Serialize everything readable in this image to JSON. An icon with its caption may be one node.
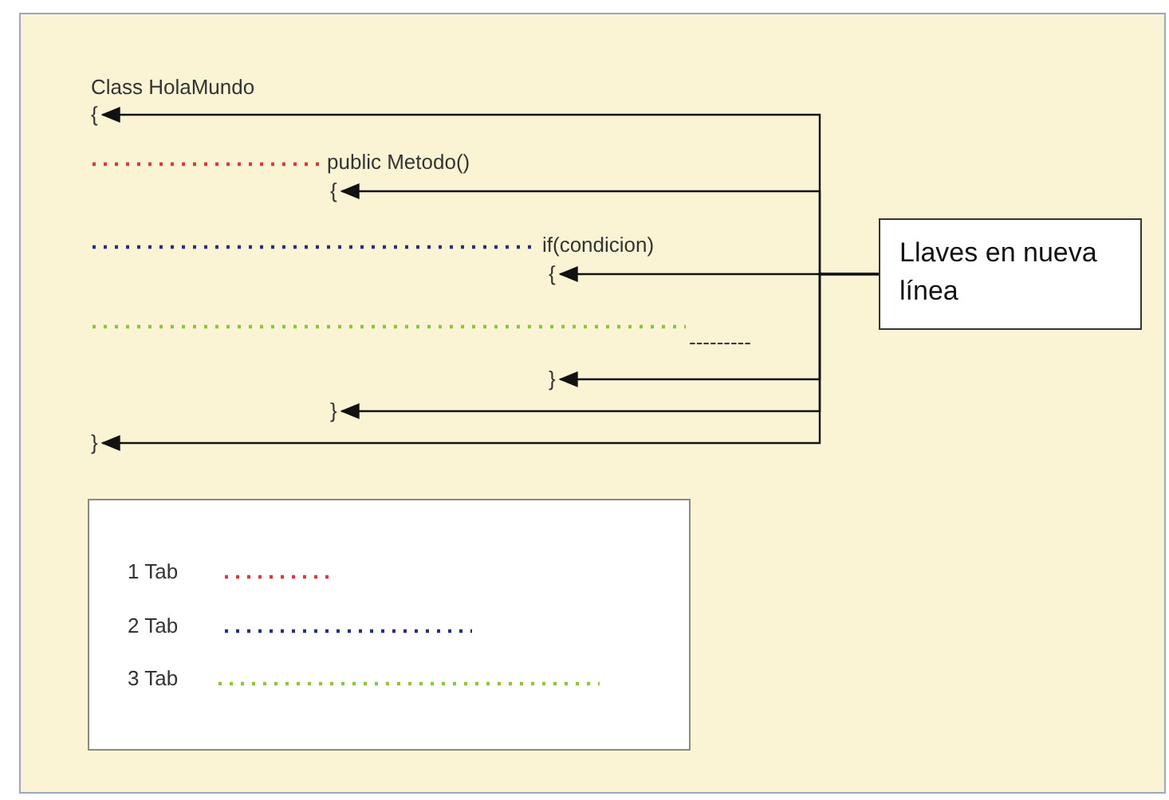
{
  "diagram": {
    "nodes": [
      {
        "text": [
          "Llaves en nueva línea"
        ]
      },
      {
        "text": [
          "{"
        ]
      },
      {
        "text": [
          "{"
        ]
      },
      {
        "text": [
          "{"
        ]
      },
      {
        "text": [
          "}"
        ]
      },
      {
        "text": [
          "}"
        ]
      },
      {
        "text": [
          "}"
        ]
      }
    ],
    "edges": [
      {
        "from": 0,
        "to": 1,
        "arrow": "to"
      },
      {
        "from": 0,
        "to": 2,
        "arrow": "to"
      },
      {
        "from": 0,
        "to": 3,
        "arrow": "to"
      },
      {
        "from": 0,
        "to": 4,
        "arrow": "to"
      },
      {
        "from": 0,
        "to": 5,
        "arrow": "to"
      },
      {
        "from": 0,
        "to": 6,
        "arrow": "to"
      }
    ],
    "labels": [
      "Class HolaMundo",
      "public Metodo()",
      "if(condicion)",
      "---------"
    ],
    "legend": [
      {
        "text": "1 Tab"
      },
      {
        "text": "2 Tab"
      },
      {
        "text": "3 Tab"
      }
    ]
  }
}
